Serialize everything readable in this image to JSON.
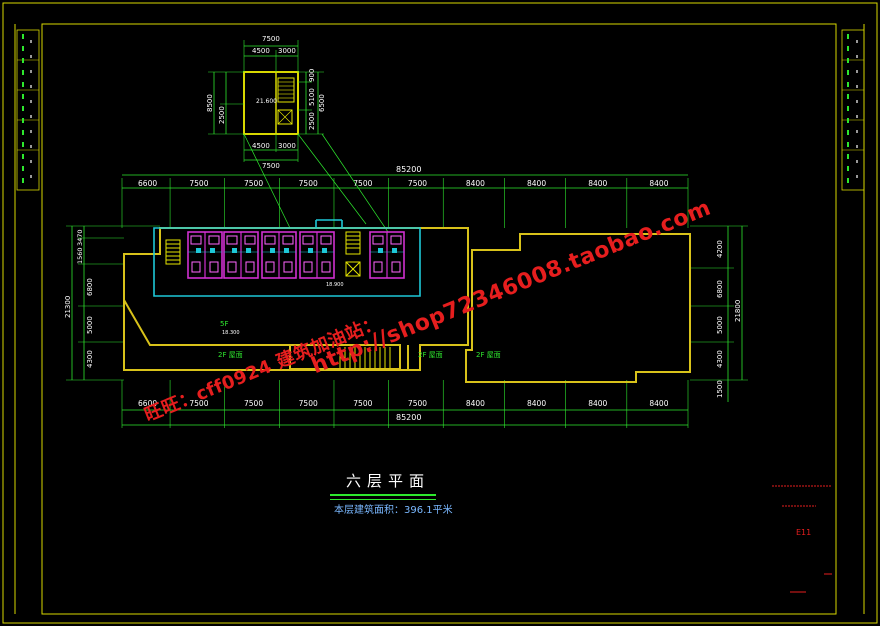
{
  "drawing": {
    "title": "六层平面",
    "area_note": "本层建筑面积：396.1平米",
    "watermark_url": "http://shop72346008.taobao.com",
    "watermark_id": "旺旺：cff0924 建筑加油站："
  },
  "dims": {
    "total": "85200",
    "bays": [
      "6600",
      "7500",
      "7500",
      "7500",
      "7500",
      "7500",
      "8400",
      "8400",
      "8400",
      "8400"
    ],
    "left": [
      "1560",
      "3470",
      "6800",
      "5000",
      "4300"
    ],
    "left_total": "21300",
    "right": [
      "4200",
      "6800",
      "5000",
      "4300",
      "1500"
    ],
    "right_total": "21800",
    "detail_top": "7500",
    "detail_top_parts": [
      "4500",
      "3000"
    ],
    "detail_bottom": "7500",
    "detail_bottom_parts": [
      "4500",
      "3000"
    ],
    "detail_left": [
      "2500",
      "8500"
    ],
    "detail_right": [
      "2500",
      "5100",
      "900",
      "6500"
    ]
  },
  "labels": {
    "levels": [
      "21.600",
      "18.900",
      "18.300",
      "5F",
      "2F 屋面",
      "2F 屋面",
      "2F 屋面"
    ],
    "stamp": "E11"
  }
}
